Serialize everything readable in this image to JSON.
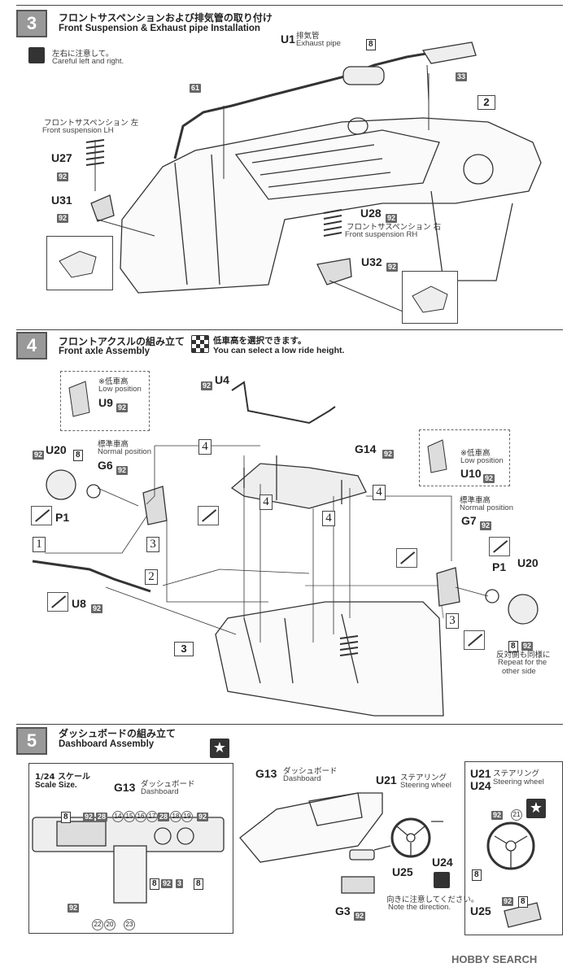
{
  "step3": {
    "num": "3",
    "title_jp": "フロントサスペンションおよび排気管の取り付け",
    "title_en": "Front Suspension & Exhaust pipe Installation",
    "caution_jp": "左右に注意して。",
    "caution_en": "Careful left and right.",
    "u1": "U1",
    "u1_jp": "排気管",
    "u1_en": "Exhaust pipe",
    "u1_code": "8",
    "code61": "61",
    "code33": "33",
    "ref2": "2",
    "lh_jp": "フロントサスペンション 左",
    "lh_en": "Front suspension LH",
    "u27": "U27",
    "u27_code": "92",
    "u31": "U31",
    "u31_code": "92",
    "u28": "U28",
    "u28_code": "92",
    "rh_jp": "フロントサスペンション 右",
    "rh_en": "Front suspension RH",
    "u32": "U32",
    "u32_code": "92"
  },
  "step4": {
    "num": "4",
    "title_jp": "フロントアクスルの組み立て",
    "title_en": "Front axle Assembly",
    "low_jp": "低車高を選択できます。",
    "low_en": "You can select a low ride height.",
    "u4": "U4",
    "u4_code": "92",
    "low_l_jp": "※低車高",
    "low_l_en": "Low position",
    "u9": "U9",
    "u9_code": "92",
    "u20": "U20",
    "u20_codes": [
      "92",
      "8"
    ],
    "normal_l_jp": "標準車高",
    "normal_l_en": "Normal position",
    "g6": "G6",
    "g6_code": "92",
    "g14": "G14",
    "g14_code": "92",
    "low_r_jp": "※低車高",
    "low_r_en": "Low position",
    "u10": "U10",
    "u10_code": "92",
    "normal_r_jp": "標準車高",
    "normal_r_en": "Normal position",
    "g7": "G7",
    "g7_code": "92",
    "p1_l": "P1",
    "p1_r": "P1",
    "u20_r": "U20",
    "u8": "U8",
    "u8_code": "92",
    "ref_c1": "1",
    "ref_c2": "2",
    "ref_c3l": "3",
    "ref_c3r": "3",
    "ref_c4": "4",
    "ref3": "3",
    "repeat_codes": [
      "8",
      "92"
    ],
    "repeat_jp": "反対側も同様に",
    "repeat_en1": "Repeat for the",
    "repeat_en2": "other side"
  },
  "step5": {
    "num": "5",
    "title_jp": "ダッシュボードの組み立て",
    "title_en": "Dashboard Assembly",
    "scale_jp": "1/24 スケール",
    "scale_en": "Scale Size.",
    "g13_panel": "G13",
    "g13_jp": "ダッシュボード",
    "g13_en": "Dashboard",
    "panel_codes_top": [
      "8",
      "92",
      "28",
      "14",
      "15",
      "16",
      "17",
      "28",
      "18",
      "19",
      "92"
    ],
    "panel_codes_bottom": [
      "8",
      "92",
      "3",
      "8"
    ],
    "panel_code_left": "92",
    "panel_codes_low": [
      "22",
      "20",
      "23"
    ],
    "g13": "G13",
    "u21": "U21",
    "u21_jp": "ステアリング",
    "u21_en": "Steering wheel",
    "u24": "U24",
    "u25": "U25",
    "dir_jp": "向きに注意してください。",
    "dir_en": "Note the direction.",
    "g3": "G3",
    "g3_code": "92",
    "rp_u21": "U21",
    "rp_u24": "U24",
    "rp_jp": "ステアリング",
    "rp_en": "Steering wheel",
    "rp_codes": [
      "92",
      "21",
      "8"
    ],
    "rp_u25": "U25",
    "rp_u25_codes": [
      "92",
      "8"
    ]
  },
  "watermark": "HOBBY SEARCH",
  "colors": {
    "gray_code": "#666666",
    "step_box": "#999999",
    "line": "#444444"
  }
}
